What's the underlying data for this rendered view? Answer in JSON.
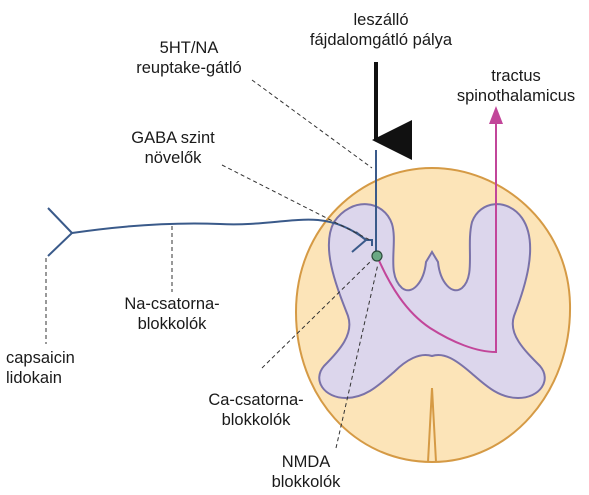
{
  "labels": {
    "descending": [
      "leszálló",
      "fájdalomgátló pálya"
    ],
    "reuptake": [
      "5HT/NA",
      "reuptake-gátló"
    ],
    "tractus": [
      "tractus",
      "spinothalamicus"
    ],
    "gaba": [
      "GABA szint",
      "növelők"
    ],
    "na_channel": [
      "Na-csatorna-",
      "blokkolók"
    ],
    "capsaicin": [
      "capsaicin",
      "lidokain"
    ],
    "ca_channel": [
      "Ca-csatorna-",
      "blokkolók"
    ],
    "nmda": [
      "NMDA",
      "blokkolók"
    ]
  },
  "colors": {
    "cord_fill": "#fce4b8",
    "cord_stroke": "#d59a45",
    "gray_matter": "#dcd6ec",
    "gray_stroke": "#7a72a8",
    "neuron": "#3a5a8a",
    "tract": "#c2469a",
    "arrow": "#111111",
    "leader": "#333333",
    "synapse": "#6aa883"
  },
  "icons": {
    "descending_arrow": "arrow-down-icon",
    "tract_arrow": "arrow-up-icon",
    "synapse": "synapse-dot-icon"
  }
}
